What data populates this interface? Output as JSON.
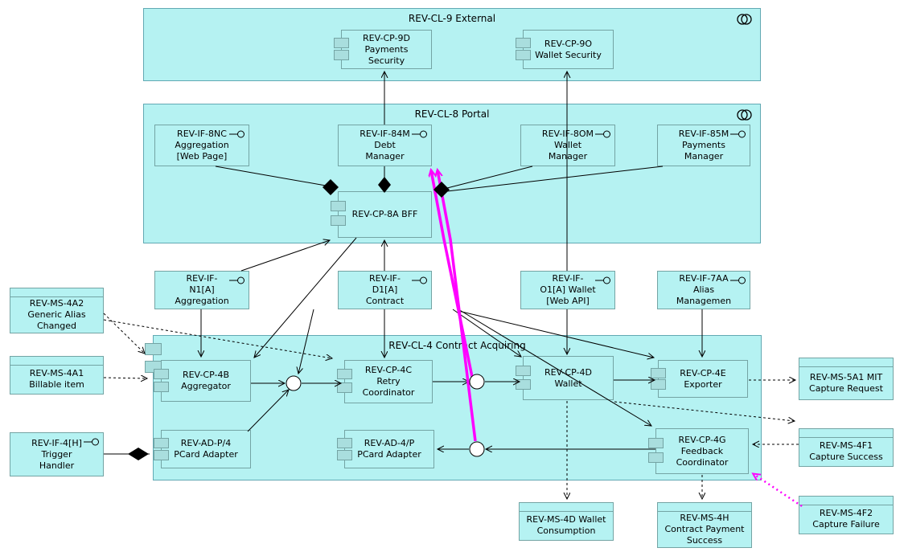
{
  "diagram": {
    "kind": "component-architecture-diagram",
    "colors": {
      "node_fill": "#B5F2F2",
      "node_border": "#74A4A4",
      "container_border": "#62A9B3",
      "edge": "#000000",
      "highlight": "#FF00FF"
    }
  },
  "containers": {
    "cl9": {
      "title": "REV-CL-9 External"
    },
    "cl8": {
      "title": "REV-CL-8 Portal"
    },
    "cl4": {
      "title": "REV-CL-4 Contract Acquiring"
    }
  },
  "nodes": {
    "cp9d": {
      "label": "REV-CP-9D\nPayments\nSecurity",
      "type": "component"
    },
    "cp9o": {
      "label": "REV-CP-9O\nWallet Security",
      "type": "component"
    },
    "if8nc": {
      "label": "REV-IF-8NC\nAggregation\n[Web Page]",
      "type": "interface"
    },
    "if84m": {
      "label": "REV-IF-84M\nDebt\nManager",
      "type": "interface"
    },
    "if8om": {
      "label": "REV-IF-8OM\nWallet\nManager",
      "type": "interface"
    },
    "if85m": {
      "label": "REV-IF-85M\nPayments\nManager",
      "type": "interface"
    },
    "cp8a": {
      "label": "REV-CP-8A BFF",
      "type": "component"
    },
    "ifn1": {
      "label": "REV-IF-\nN1[A]\nAggregation",
      "type": "interface"
    },
    "ifd1": {
      "label": "REV-IF-\nD1[A]\nContract",
      "type": "interface"
    },
    "ifo1": {
      "label": "REV-IF-\nO1[A] Wallet\n[Web API]",
      "type": "interface"
    },
    "if7aa": {
      "label": "REV-IF-7AA\nAlias\nManagemen",
      "type": "interface"
    },
    "ms4a2": {
      "label": "REV-MS-4A2\nGeneric Alias\nChanged",
      "type": "message"
    },
    "ms4a1": {
      "label": "REV-MS-4A1\nBillable item",
      "type": "message"
    },
    "if4h": {
      "label": "REV-IF-4[H]\nTrigger\nHandler",
      "type": "interface"
    },
    "cp4b": {
      "label": "REV-CP-4B\nAggregator",
      "type": "component"
    },
    "cp4c": {
      "label": "REV-CP-4C\nRetry\nCoordinator",
      "type": "component"
    },
    "cp4d": {
      "label": "REV-CP-4D\nWallet",
      "type": "component"
    },
    "cp4e": {
      "label": "REV-CP-4E\nExporter",
      "type": "component"
    },
    "cp4g": {
      "label": "REV-CP-4G\nFeedback\nCoordinator",
      "type": "component"
    },
    "adp4": {
      "label": "REV-AD-P/4\nPCard Adapter",
      "type": "component"
    },
    "ad4p": {
      "label": "REV-AD-4/P\nPCard Adapter",
      "type": "component"
    },
    "ms5a1": {
      "label": "REV-MS-5A1 MIT\nCapture Request",
      "type": "message"
    },
    "ms4f1": {
      "label": "REV-MS-4F1\nCapture Success",
      "type": "message"
    },
    "ms4f2": {
      "label": "REV-MS-4F2\nCapture Failure",
      "type": "message"
    },
    "ms4d": {
      "label": "REV-MS-4D Wallet\nConsumption",
      "type": "message"
    },
    "ms4h": {
      "label": "REV-MS-4H\nContract Payment\nSuccess",
      "type": "message"
    }
  }
}
